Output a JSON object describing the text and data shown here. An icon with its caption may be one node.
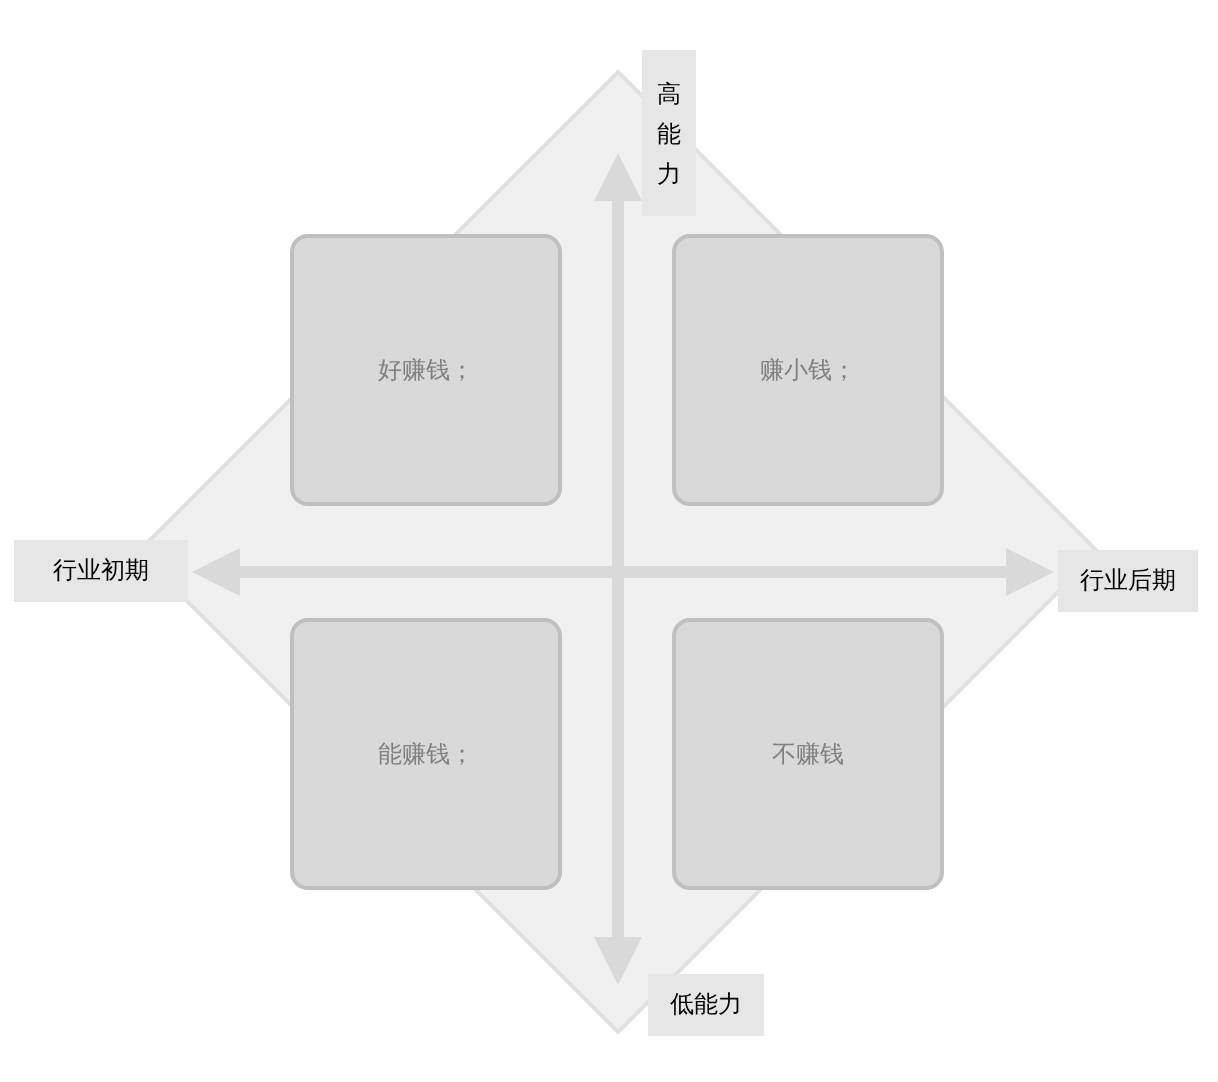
{
  "diagram": {
    "nodes": [
      {
        "text": [
          "高能力"
        ]
      },
      {
        "text": [
          "好赚钱；"
        ]
      },
      {
        "text": [
          "赚小钱；"
        ]
      },
      {
        "text": [
          "行业初期"
        ]
      },
      {
        "text": [
          "行业后期"
        ]
      },
      {
        "text": [
          "能赚钱；"
        ]
      },
      {
        "text": [
          "不赚钱"
        ]
      },
      {
        "text": [
          "低能力"
        ]
      }
    ],
    "edges": [
      {
        "from": 7,
        "to": 0,
        "arrow": "both"
      },
      {
        "from": 3,
        "to": 4,
        "arrow": "both"
      }
    ]
  }
}
